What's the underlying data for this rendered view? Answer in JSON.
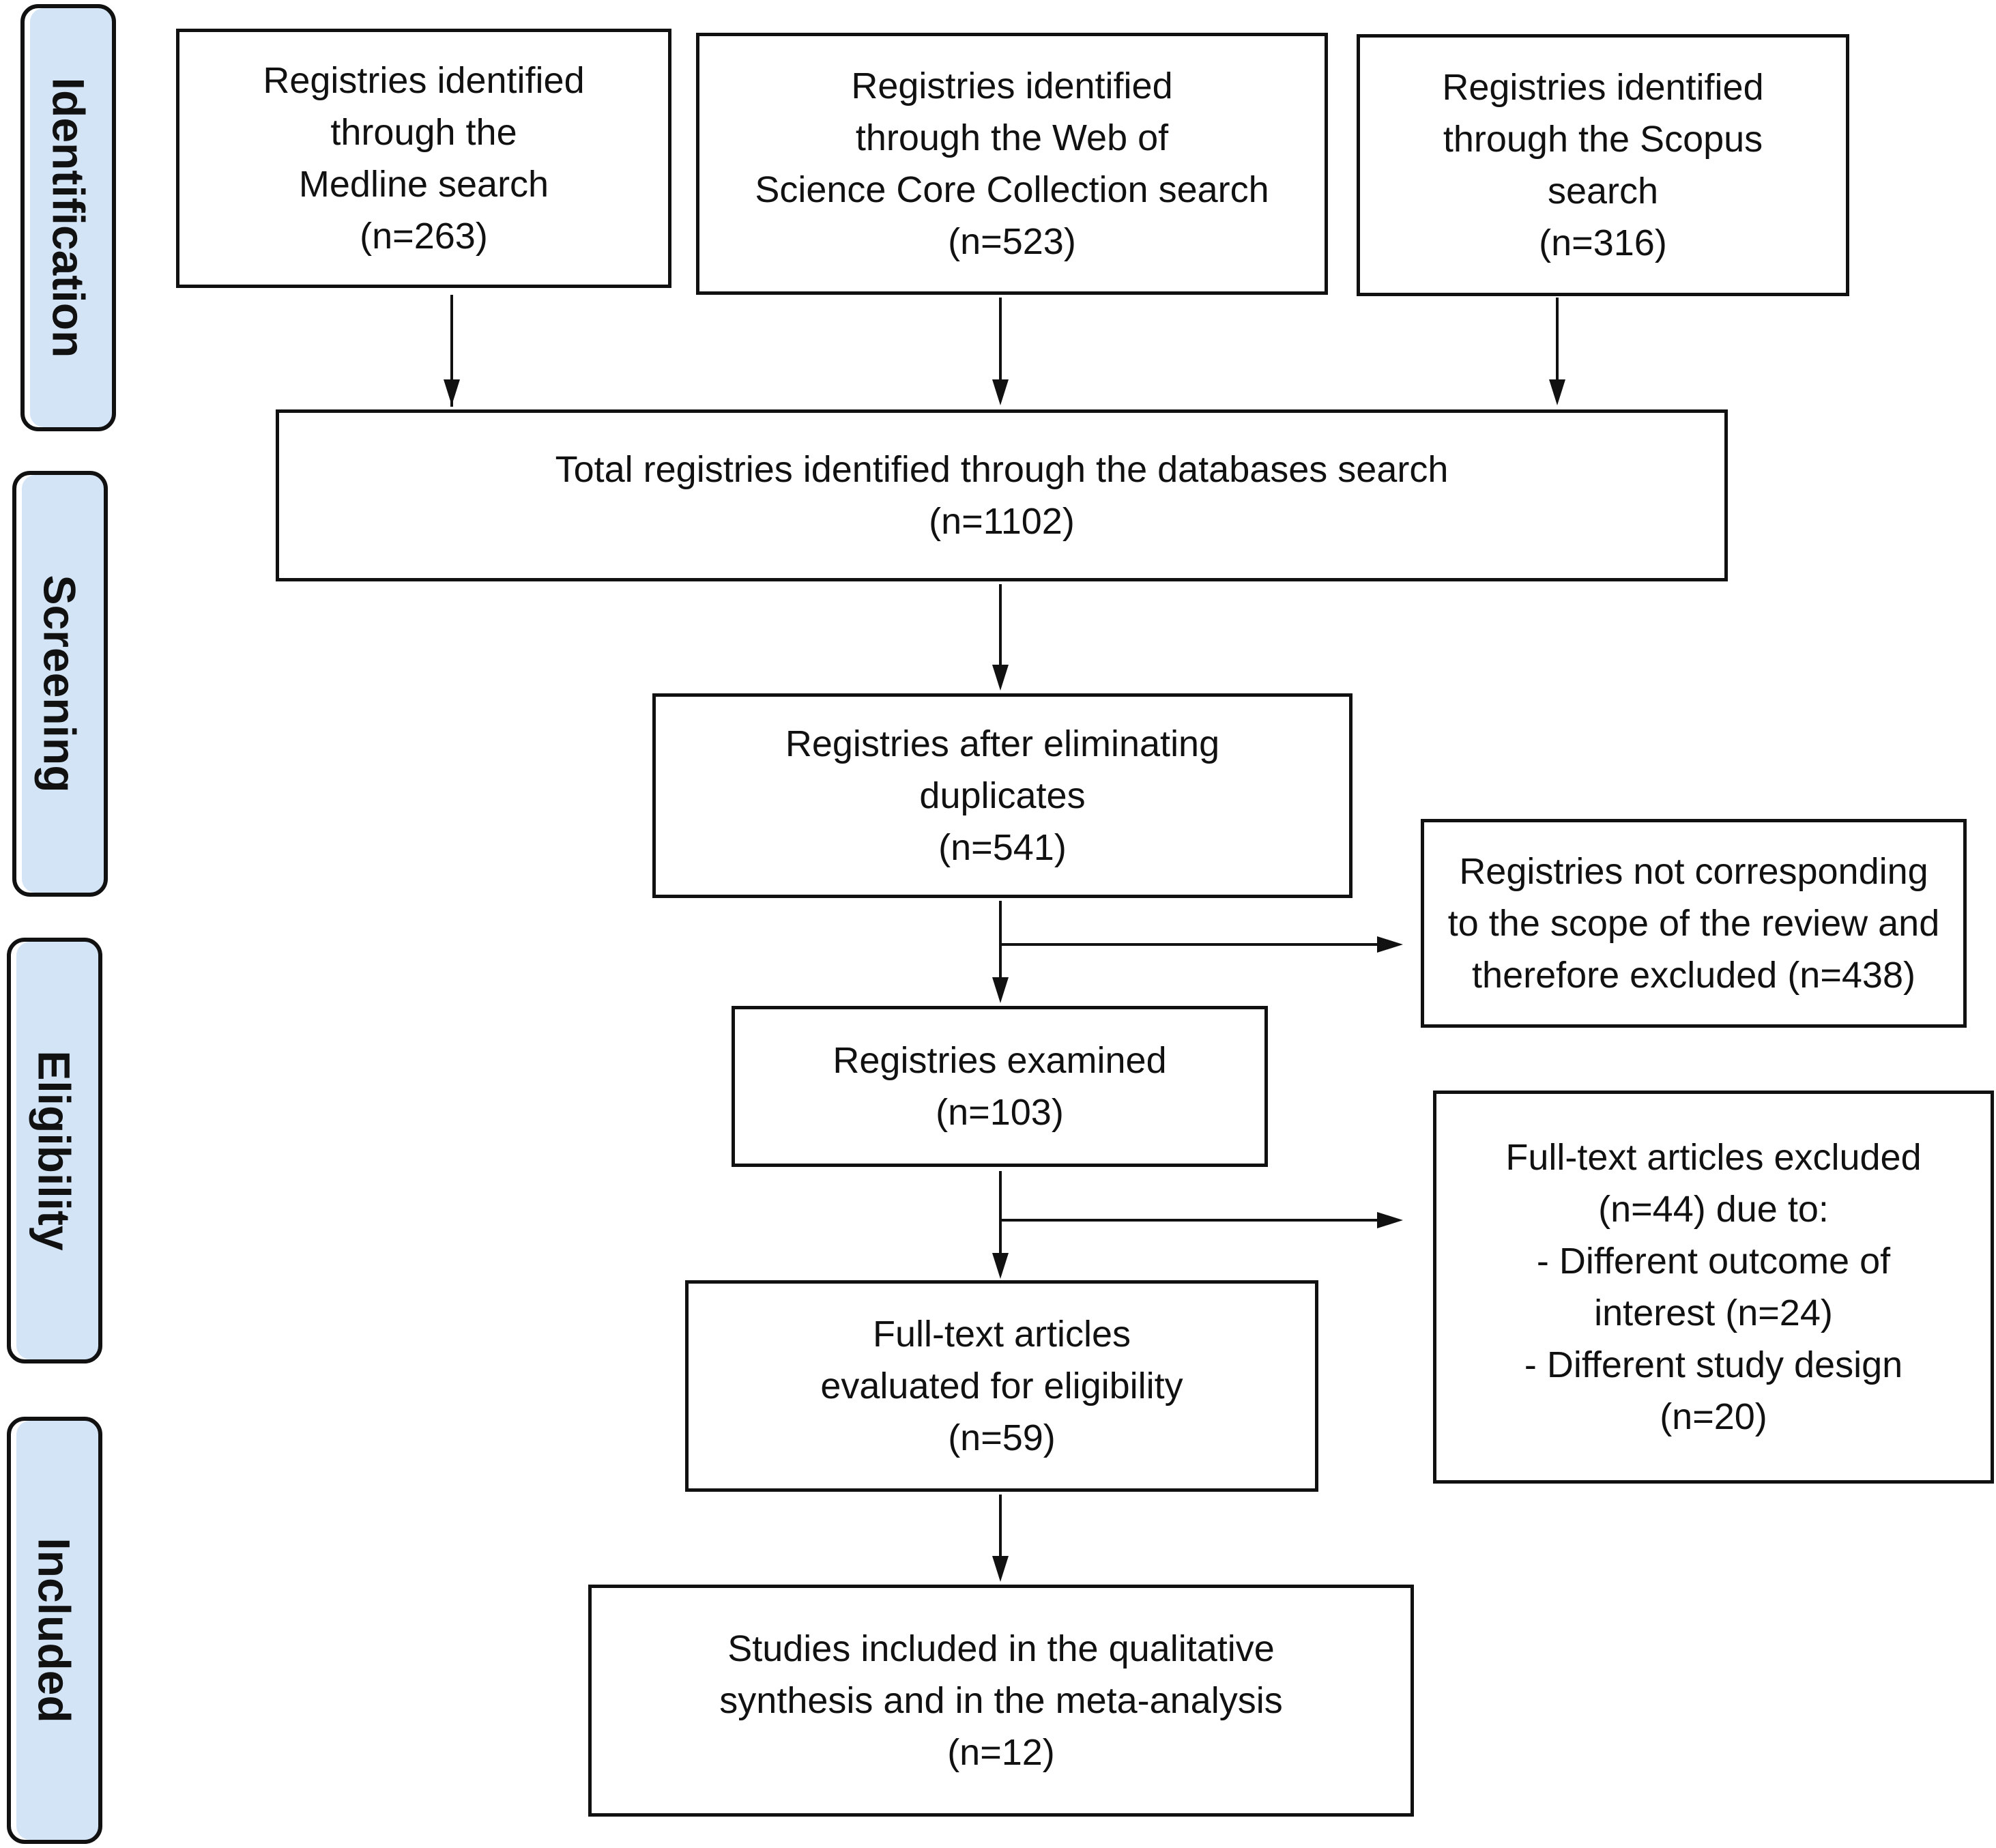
{
  "stages": {
    "identification": "Identification",
    "screening": "Screening",
    "eligibility": "Eligibility",
    "included": "Included"
  },
  "boxes": {
    "medline": {
      "lines": [
        "Registries identified",
        "through the",
        "Medline search",
        "(n=263)"
      ]
    },
    "wos": {
      "lines": [
        "Registries identified",
        "through the Web of",
        "Science Core Collection search",
        "(n=523)"
      ]
    },
    "scopus": {
      "lines": [
        "Registries identified",
        "through the Scopus",
        "search",
        "(n=316)"
      ]
    },
    "total": {
      "lines": [
        "Total registries identified through the databases search",
        "(n=1102)"
      ]
    },
    "duplicates": {
      "lines": [
        "Registries after eliminating",
        "duplicates",
        "(n=541)"
      ]
    },
    "not_scope": {
      "lines": [
        "Registries not corresponding",
        "to the scope of the review and",
        "therefore excluded (n=438)"
      ]
    },
    "examined": {
      "lines": [
        "Registries examined",
        "(n=103)"
      ]
    },
    "fulltext_excluded": {
      "lines": [
        "Full-text articles excluded",
        "(n=44) due to:",
        "- Different outcome of",
        "interest (n=24)",
        "- Different study design",
        "(n=20)"
      ]
    },
    "fulltext_evaluated": {
      "lines": [
        "Full-text articles",
        "evaluated for eligibility",
        "(n=59)"
      ]
    },
    "included": {
      "lines": [
        "Studies included in the qualitative",
        "synthesis and in the meta-analysis",
        "(n=12)"
      ]
    }
  },
  "colors": {
    "stage_fill": "#d3e4f7",
    "stroke": "#111111"
  }
}
